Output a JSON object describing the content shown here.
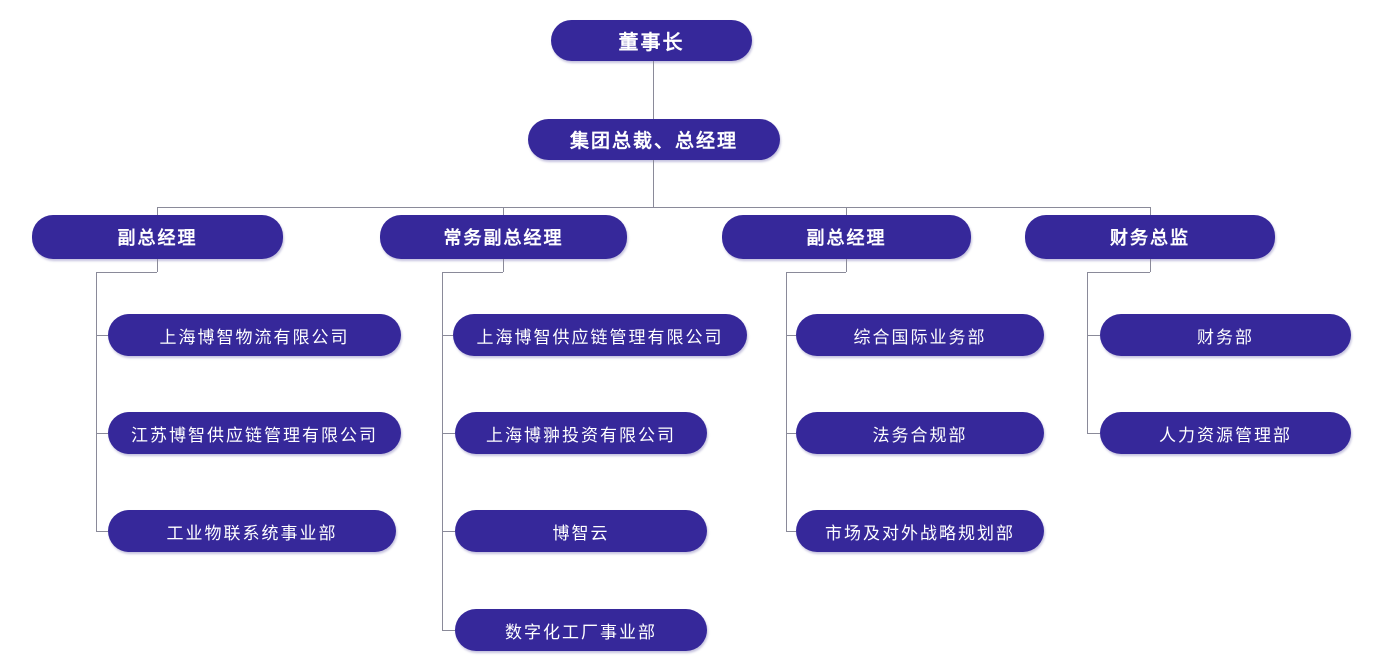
{
  "colors": {
    "node_fill": "#36289A",
    "node_text": "#ffffff",
    "connector": "#8a8a99",
    "background": "#ffffff"
  },
  "org_chart": {
    "chairman": "董事长",
    "president": "集团总裁、总经理",
    "branches": [
      {
        "label": "副总经理",
        "children": [
          "上海博智物流有限公司",
          "江苏博智供应链管理有限公司",
          "工业物联系统事业部"
        ]
      },
      {
        "label": "常务副总经理",
        "children": [
          "上海博智供应链管理有限公司",
          "上海博翀投资有限公司",
          "博智云",
          "数字化工厂事业部"
        ]
      },
      {
        "label": "副总经理",
        "children": [
          "综合国际业务部",
          "法务合规部",
          "市场及对外战略规划部"
        ]
      },
      {
        "label": "财务总监",
        "children": [
          "财务部",
          "人力资源管理部"
        ]
      }
    ]
  }
}
